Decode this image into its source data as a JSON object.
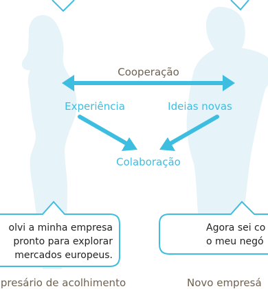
{
  "diagram": {
    "cooperation_label": "Cooperação",
    "experience_label": "Experiência",
    "new_ideas_label": "Ideias novas",
    "collaboration_label": "Colaboração"
  },
  "left_bubble": {
    "lines": [
      "olvi a minha empresa",
      "pronto para explorar",
      "mercados europeus."
    ]
  },
  "right_bubble": {
    "lines": [
      "Agora sei co",
      "o meu negó"
    ]
  },
  "captions": {
    "host": "presário de acolhimento",
    "new": "Novo empresá"
  },
  "colors": {
    "accent": "#3dbde0",
    "silhouette": "#e6f3f9",
    "caption": "#6f6050"
  }
}
